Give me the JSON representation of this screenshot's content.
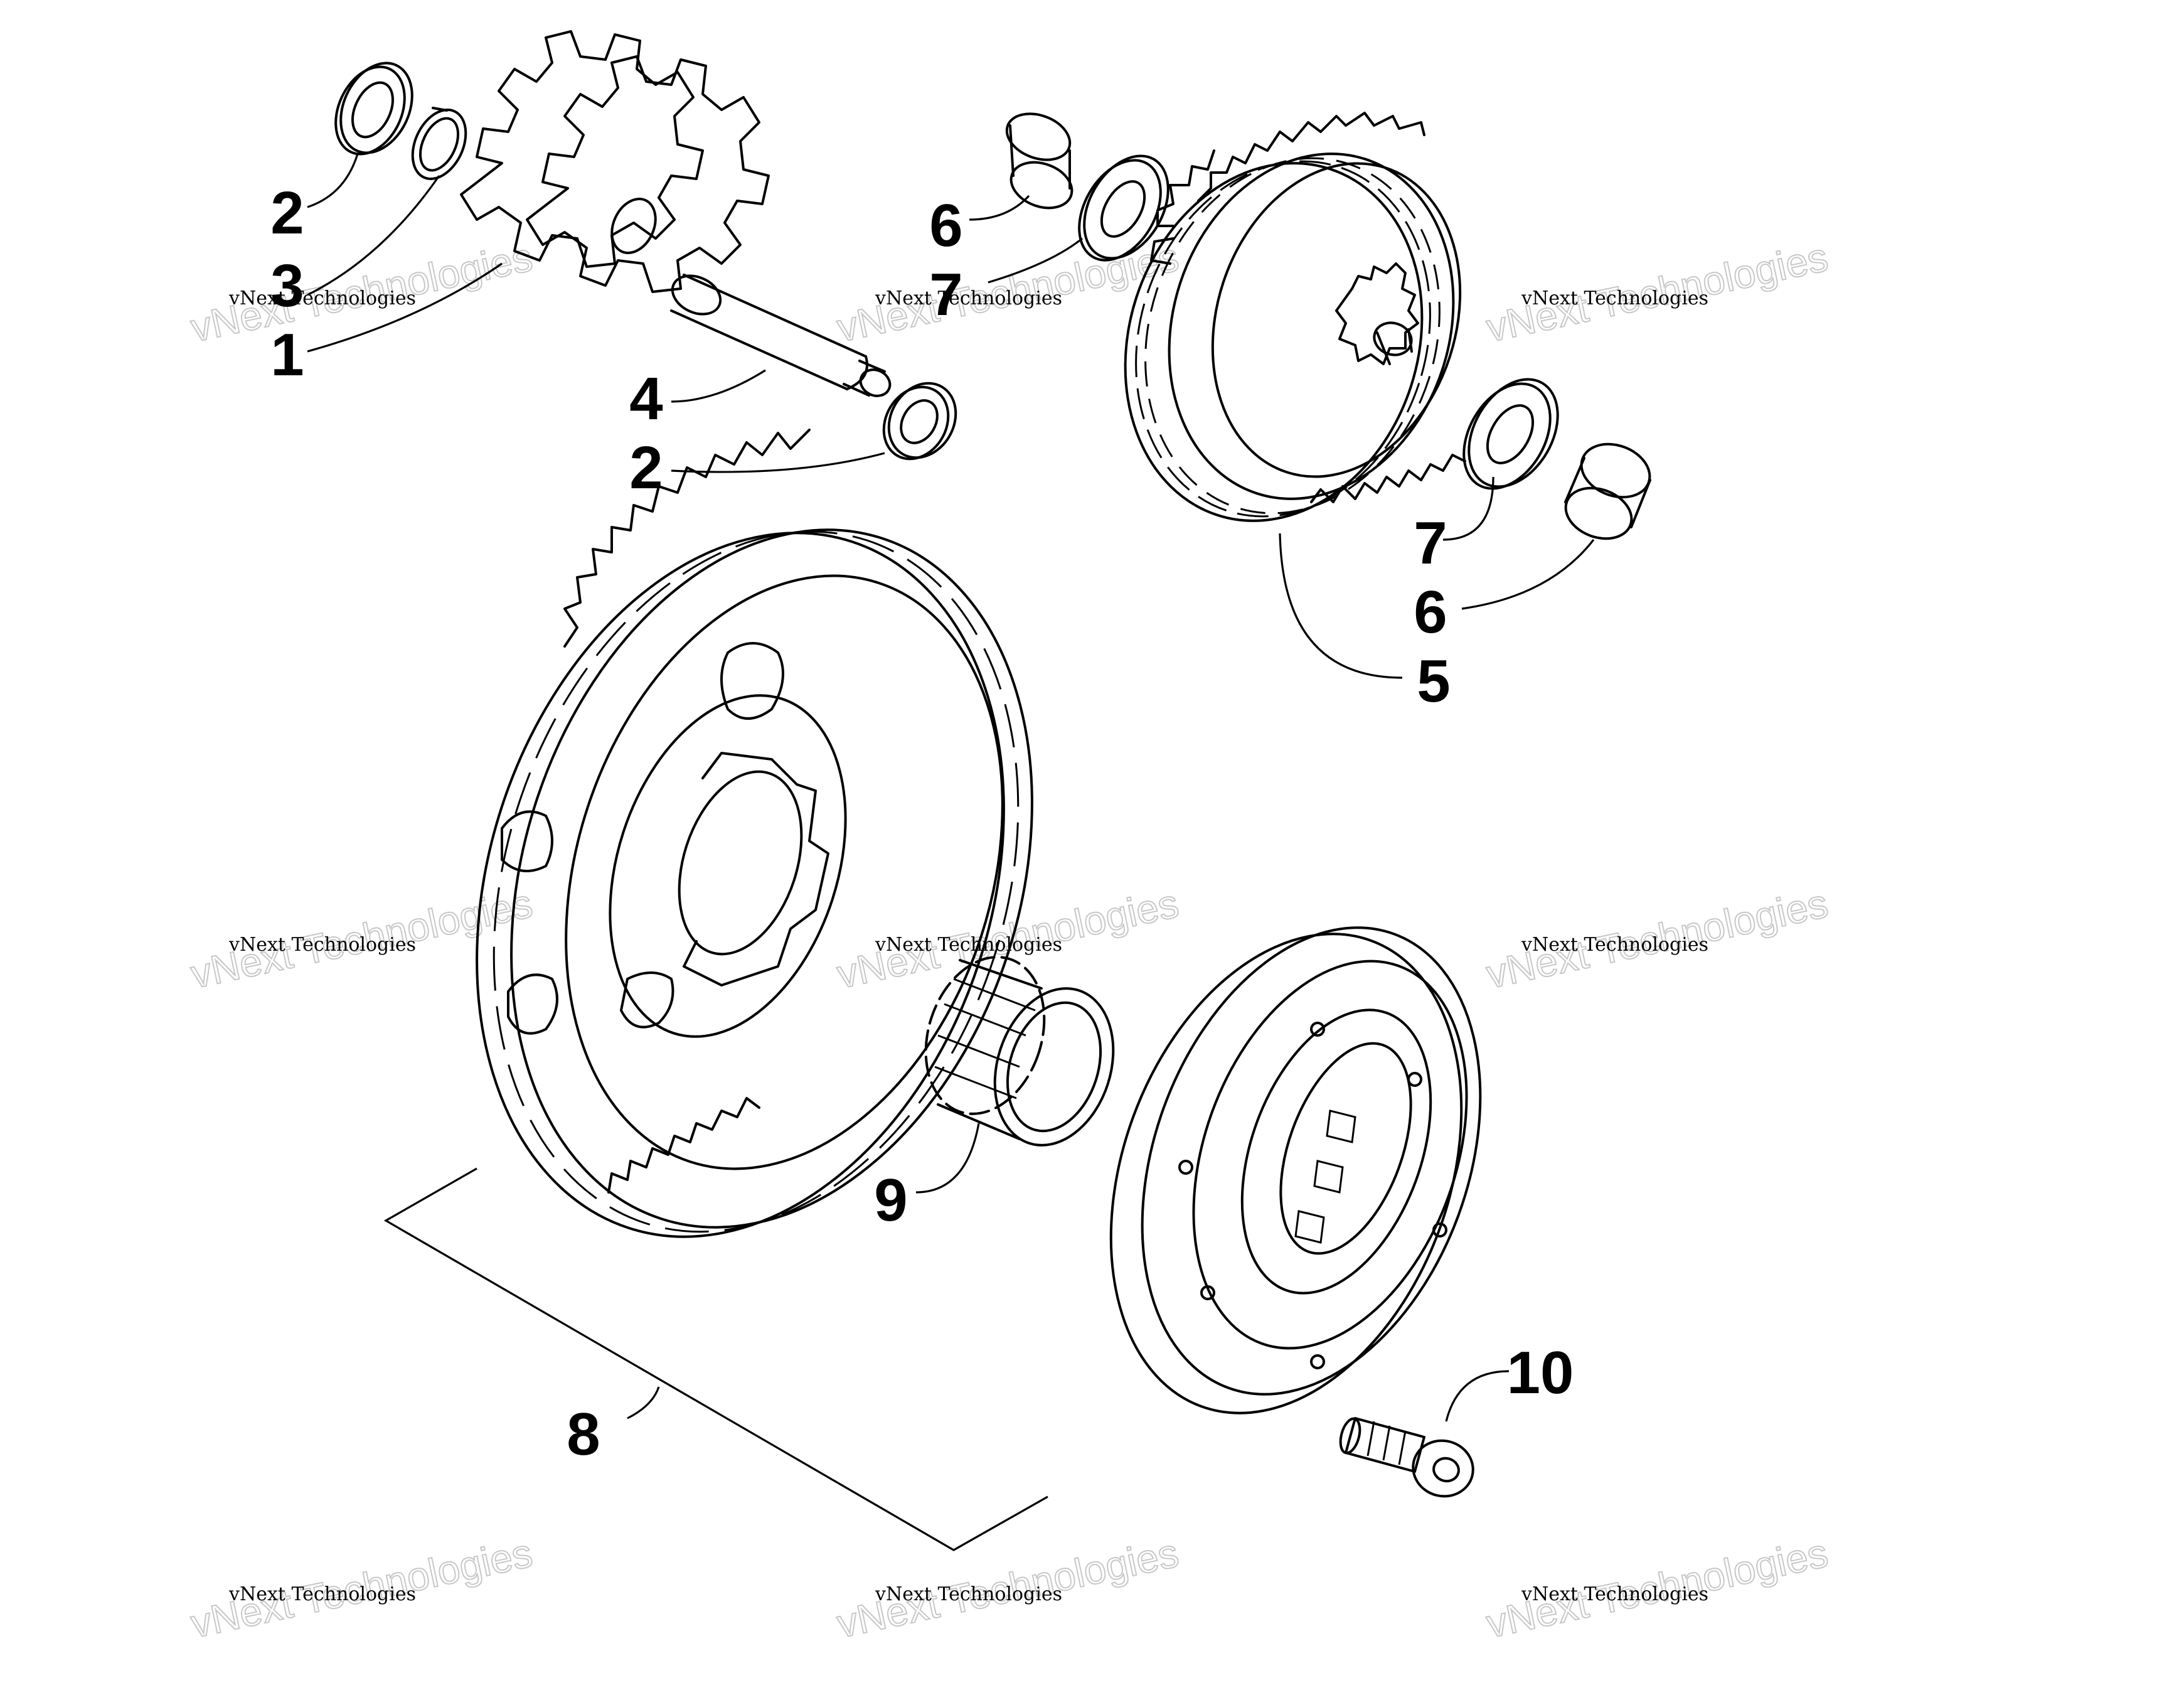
{
  "diagram": {
    "callouts": {
      "c1": "1",
      "c2a": "2",
      "c2b": "2",
      "c3": "3",
      "c4": "4",
      "c5": "5",
      "c6a": "6",
      "c6b": "6",
      "c7a": "7",
      "c7b": "7",
      "c8": "8",
      "c9": "9",
      "c10": "10"
    },
    "watermark": {
      "small": "vNext Technologies",
      "large": "vNext Technologies"
    }
  }
}
